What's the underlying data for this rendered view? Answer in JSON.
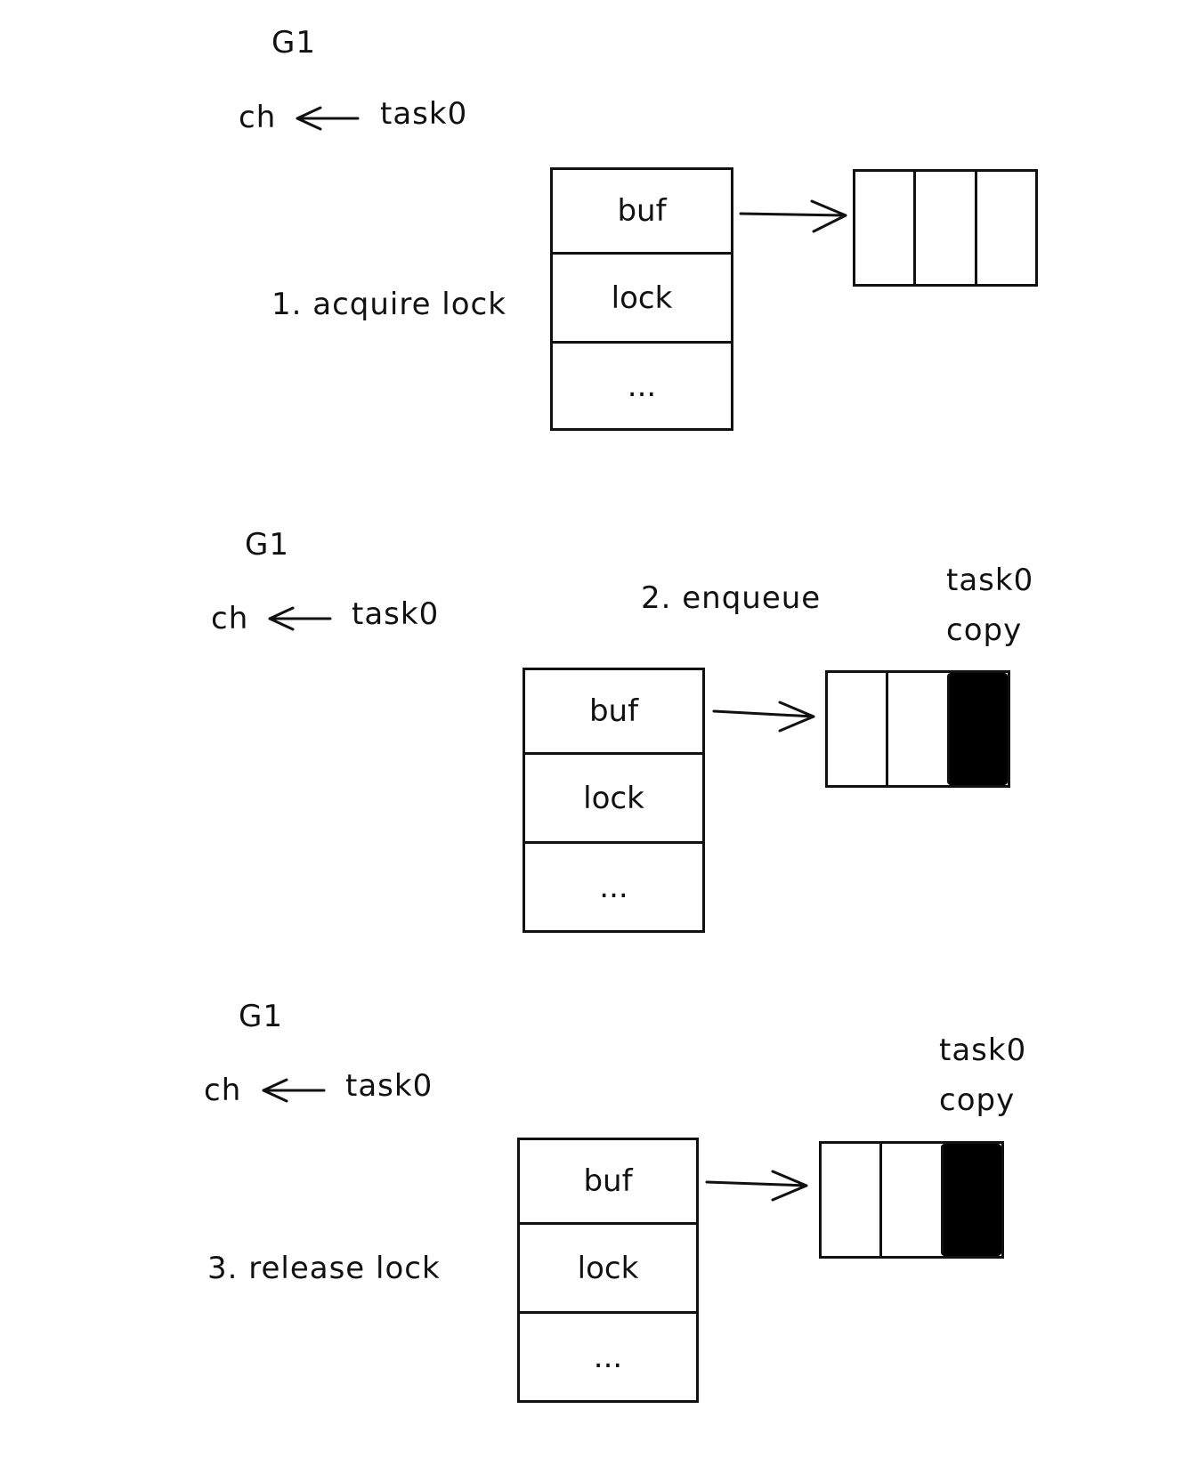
{
  "colors": {
    "ink": "#111111",
    "filled_slot": "#000000",
    "background": "#ffffff"
  },
  "panels": [
    {
      "goroutine": "G1",
      "statement": {
        "target": "ch",
        "operator": "arrow-left-icon",
        "value": "task0"
      },
      "step_label": "1. acquire lock",
      "struct_fields": [
        "buf",
        "lock",
        "..."
      ],
      "queue_label": null,
      "queue_slots": [
        "empty",
        "empty",
        "empty"
      ]
    },
    {
      "goroutine": "G1",
      "statement": {
        "target": "ch",
        "operator": "arrow-left-icon",
        "value": "task0"
      },
      "step_label": "2. enqueue",
      "struct_fields": [
        "buf",
        "lock",
        "..."
      ],
      "queue_label": [
        "task0",
        "copy"
      ],
      "queue_slots": [
        "empty",
        "empty",
        "filled"
      ]
    },
    {
      "goroutine": "G1",
      "statement": {
        "target": "ch",
        "operator": "arrow-left-icon",
        "value": "task0"
      },
      "step_label": "3. release lock",
      "struct_fields": [
        "buf",
        "lock",
        "..."
      ],
      "queue_label": [
        "task0",
        "copy"
      ],
      "queue_slots": [
        "empty",
        "empty",
        "filled"
      ]
    }
  ]
}
